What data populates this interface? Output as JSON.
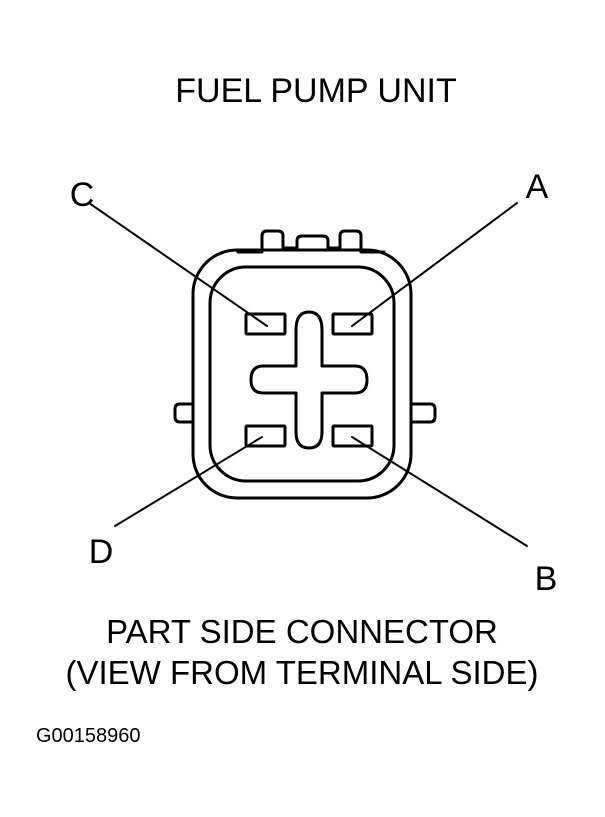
{
  "title": "FUEL PUMP UNIT",
  "terminals": {
    "a": "A",
    "b": "B",
    "c": "C",
    "d": "D"
  },
  "caption": {
    "line1": "PART SIDE CONNECTOR",
    "line2": "(VIEW FROM TERMINAL SIDE)"
  },
  "figure_code": "G00158960"
}
